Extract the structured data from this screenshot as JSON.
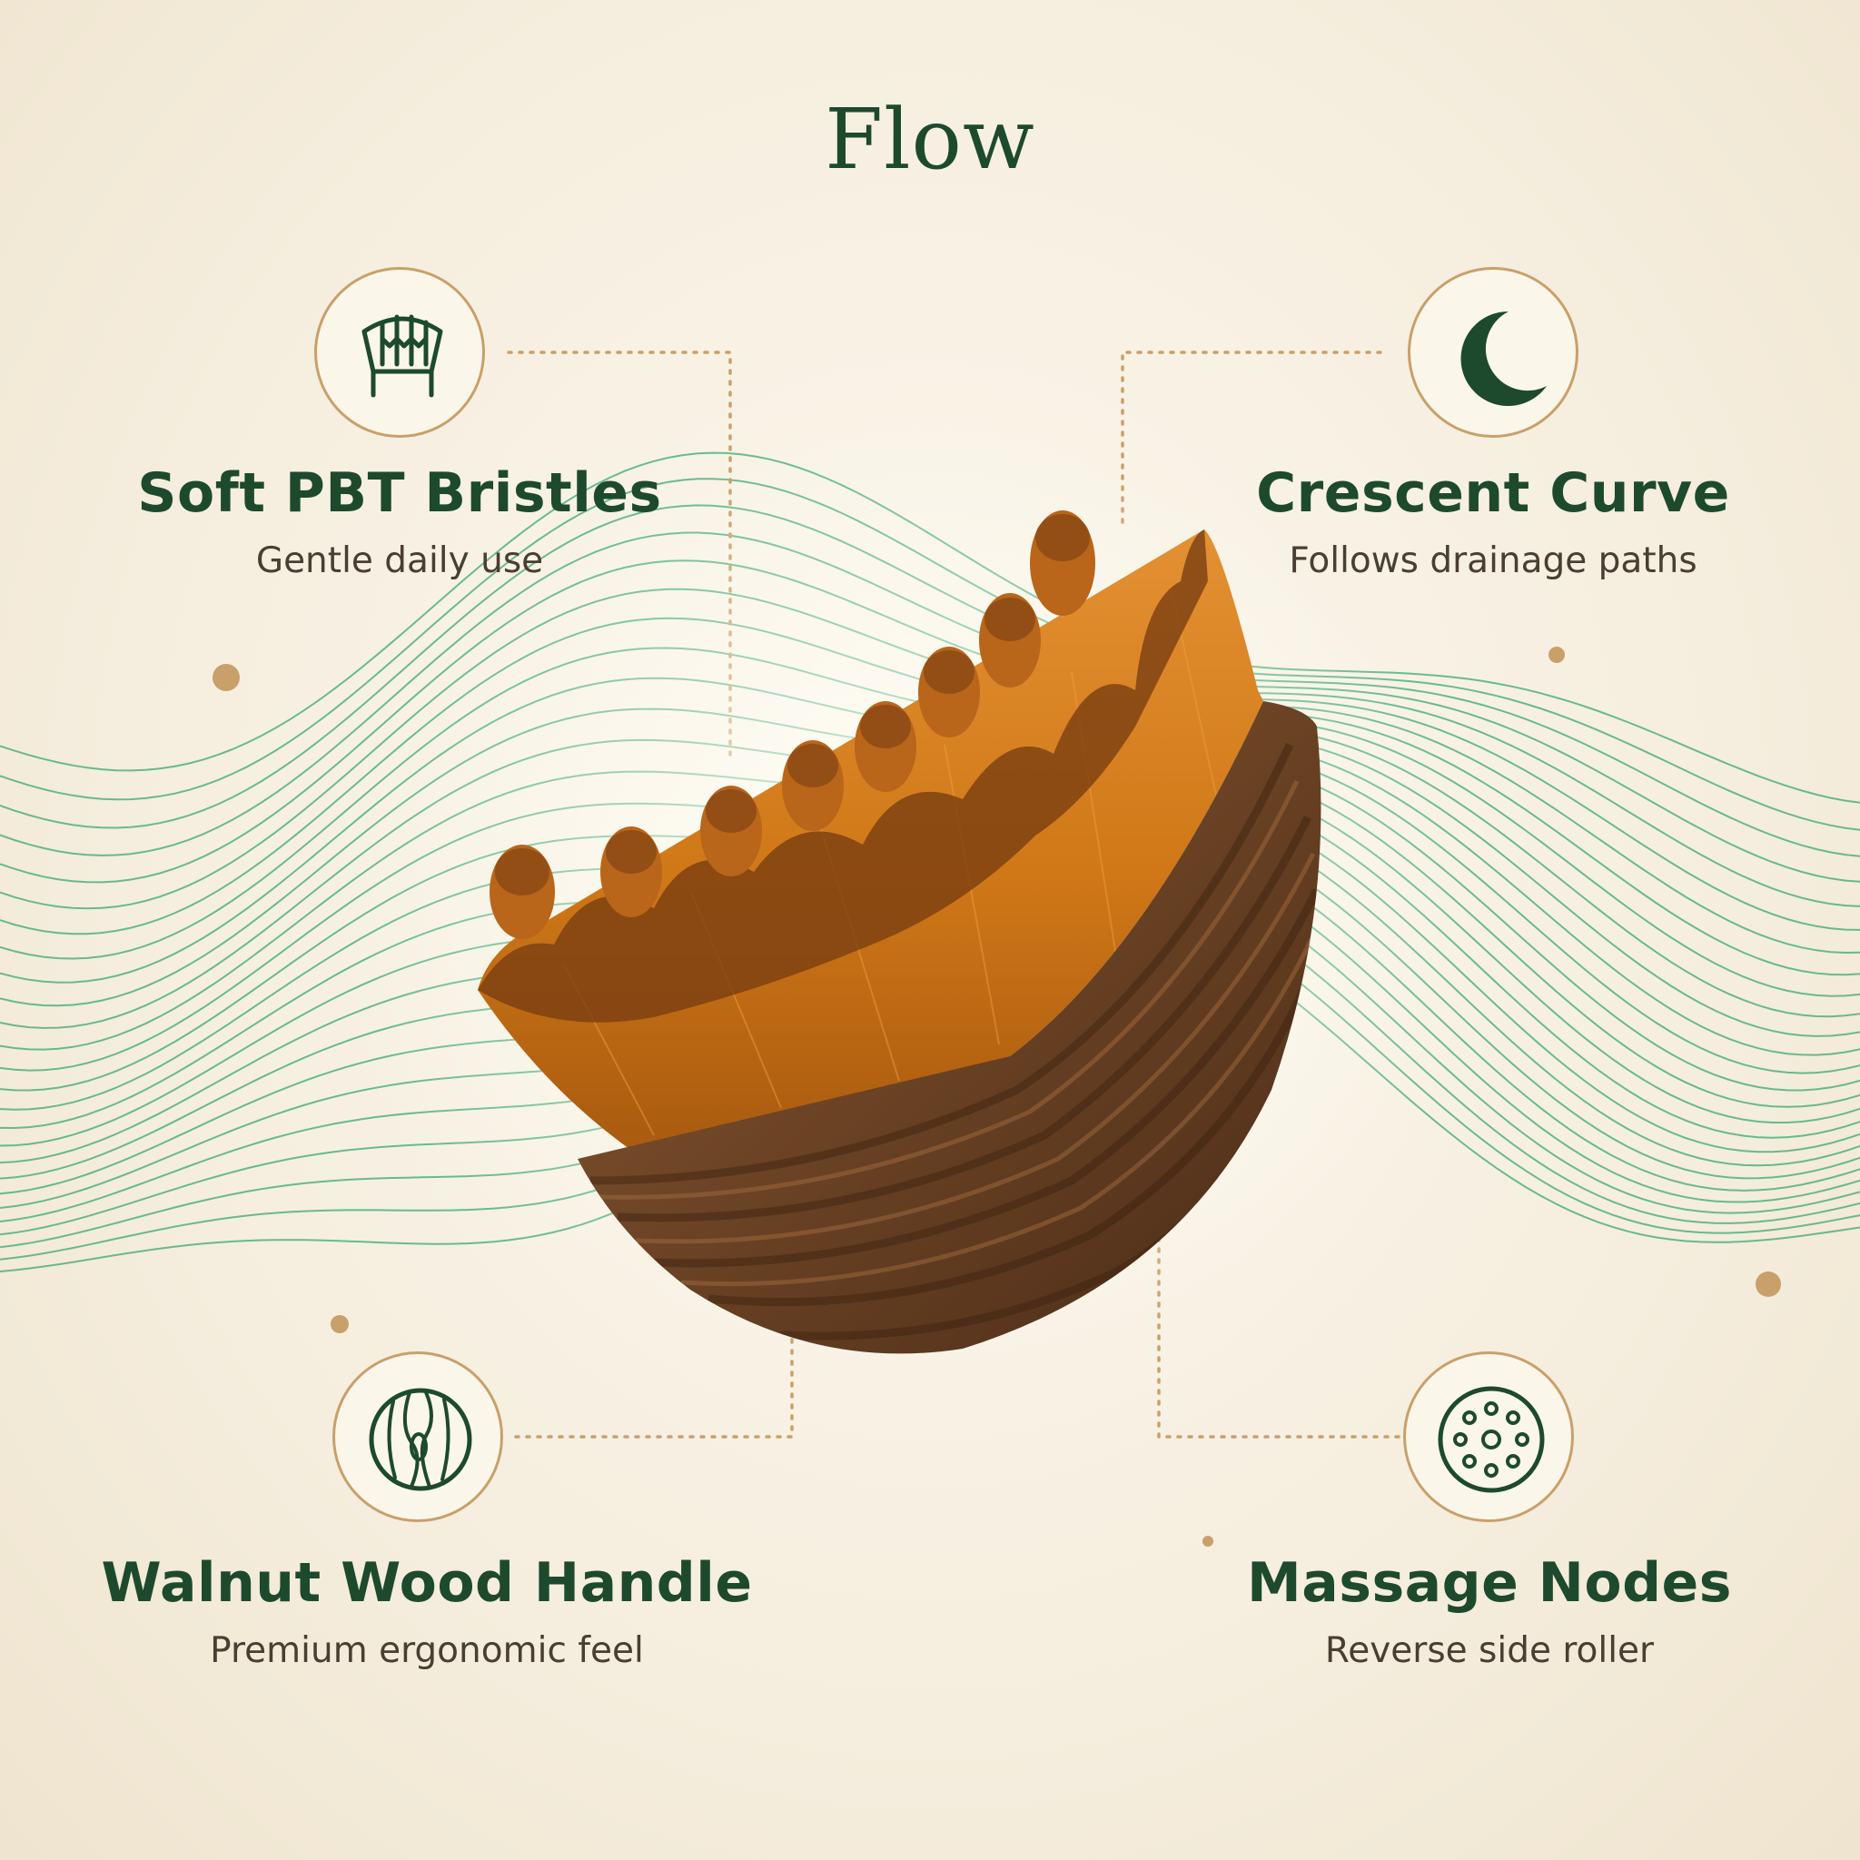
{
  "brand": {
    "title": "Flow"
  },
  "colors": {
    "accent_green": "#1d4a2c",
    "wave_green": "#3aa874",
    "gold": "#c9a06a",
    "wood": "#6e4728",
    "bristle": "#d27d1e"
  },
  "features": [
    {
      "title": "Soft PBT Bristles",
      "subtitle": "Gentle daily use",
      "icon": "bristle-brush-icon"
    },
    {
      "title": "Crescent Curve",
      "subtitle": "Follows drainage paths",
      "icon": "crescent-moon-icon"
    },
    {
      "title": "Walnut Wood Handle",
      "subtitle": "Premium ergonomic feel",
      "icon": "wood-grain-icon"
    },
    {
      "title": "Massage Nodes",
      "subtitle": "Reverse side roller",
      "icon": "massage-nodes-icon"
    }
  ]
}
